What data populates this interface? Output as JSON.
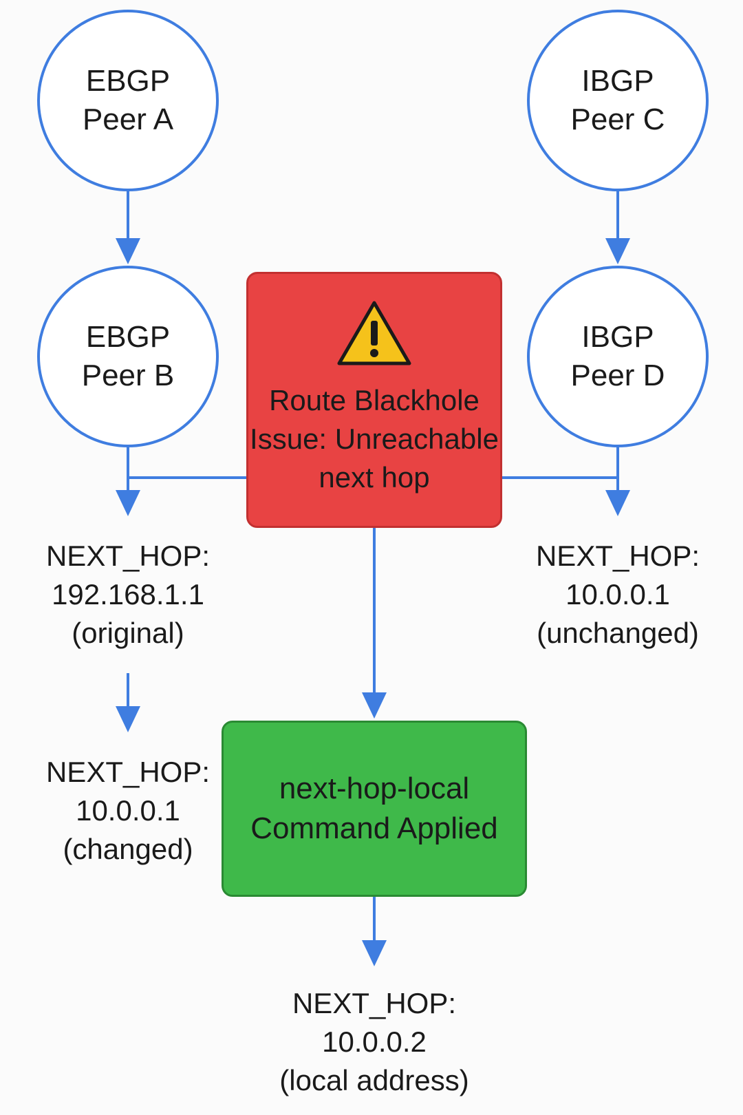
{
  "nodes": {
    "ebgp_a": {
      "line1": "EBGP",
      "line2": "Peer A"
    },
    "ebgp_b": {
      "line1": "EBGP",
      "line2": "Peer B"
    },
    "ibgp_c": {
      "line1": "IBGP",
      "line2": "Peer C"
    },
    "ibgp_d": {
      "line1": "IBGP",
      "line2": "Peer D"
    }
  },
  "issue": {
    "icon": "warning-triangle-icon",
    "line1": "Route Blackhole",
    "line2": "Issue: Unreachable",
    "line3": "next hop",
    "color": "#e84343"
  },
  "fix": {
    "line1": "next-hop-local",
    "line2": "Command Applied",
    "color": "#3fb94a"
  },
  "next_hops": {
    "original": {
      "line1": "NEXT_HOP:",
      "line2": "192.168.1.1",
      "line3": "(original)"
    },
    "changed": {
      "line1": "NEXT_HOP:",
      "line2": "10.0.0.1",
      "line3": "(changed)"
    },
    "unchanged": {
      "line1": "NEXT_HOP:",
      "line2": "10.0.0.1",
      "line3": "(unchanged)"
    },
    "local": {
      "line1": "NEXT_HOP:",
      "line2": "10.0.0.2",
      "line3": "(local address)"
    }
  },
  "colors": {
    "arrow": "#3f7de0",
    "node_border": "#3f7de0"
  }
}
